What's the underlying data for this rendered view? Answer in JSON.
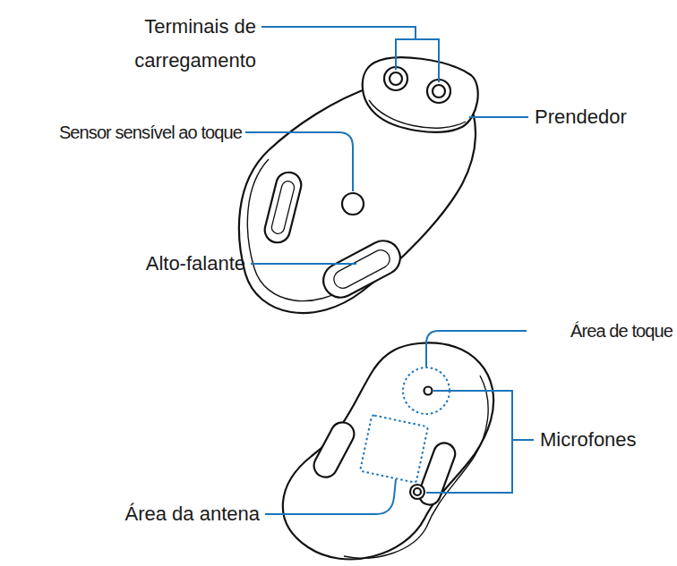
{
  "diagram": {
    "labels": [
      "Terminais de carregamento",
      "Sensor sensível ao toque",
      "Prendedor",
      "Alto-falante",
      "Área de toque",
      "Microfones",
      "Área da antena"
    ]
  }
}
